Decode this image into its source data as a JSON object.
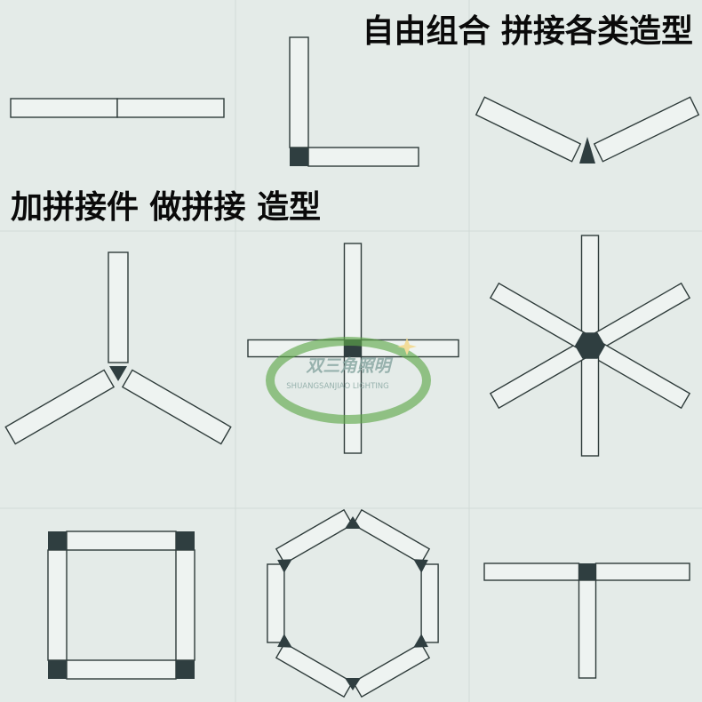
{
  "headline_top": "自由组合 拼接各类造型",
  "headline_mid": "加拼接件 做拼接 造型",
  "watermark": {
    "title": "双三角照明",
    "subtitle": "SHUANGSANJIAO LIGHTING"
  },
  "colors": {
    "background": "#e4ebe8",
    "grid_line": "#d2dbd7",
    "bar_fill": "#eef3f1",
    "bar_stroke": "#2e3b3a",
    "connector": "#2f3e40",
    "watermark_green": "#5fa84a",
    "watermark_text": "#8aa8a3"
  },
  "panels": [
    "straight-joint",
    "l-corner",
    "v-shape",
    "three-way-y",
    "cross",
    "six-way-star",
    "square-frame",
    "hexagon-frame",
    "t-joint"
  ]
}
